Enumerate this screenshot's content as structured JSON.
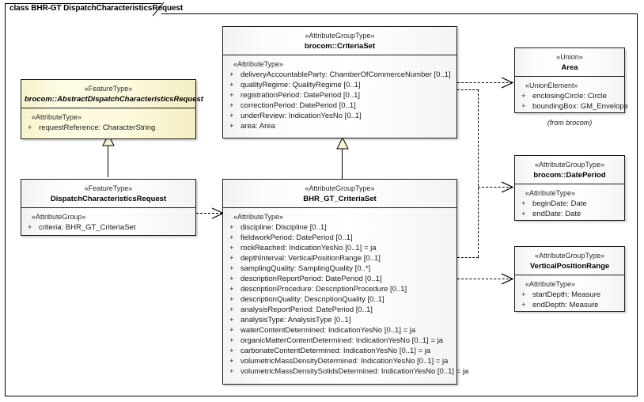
{
  "diagram": {
    "frame_label": "class BHR-GT DispatchCharacteristicsRequest"
  },
  "classes": {
    "abstract_request": {
      "stereotype": "«FeatureType»",
      "name": "brocom::AbstractDispatchCharacteristicsRequest",
      "group_stereotype": "«AttributeType»",
      "attributes": [
        {
          "vis": "+",
          "text": "requestReference: CharacterString"
        }
      ]
    },
    "dispatch_request": {
      "stereotype": "«FeatureType»",
      "name": "DispatchCharacteristicsRequest",
      "group_stereotype": "«AttributeGroup»",
      "attributes": [
        {
          "vis": "+",
          "text": "criteria: BHR_GT_CriteriaSet"
        }
      ]
    },
    "criteria_set": {
      "stereotype": "«AttributeGroupType»",
      "name": "brocom::CriteriaSet",
      "group_stereotype": "«AttributeType»",
      "attributes": [
        {
          "vis": "+",
          "text": "deliveryAccountableParty: ChamberOfCommerceNumber [0..1]"
        },
        {
          "vis": "+",
          "text": "qualityRegime: QualityRegime [0..1]"
        },
        {
          "vis": "+",
          "text": "registrationPeriod: DatePeriod [0..1]"
        },
        {
          "vis": "+",
          "text": "correctionPeriod: DatePeriod [0..1]"
        },
        {
          "vis": "+",
          "text": "underReview: IndicationYesNo [0..1]"
        },
        {
          "vis": "+",
          "text": "area: Area"
        }
      ]
    },
    "bhr_gt_criteria_set": {
      "stereotype": "«AttributeGroupType»",
      "name": "BHR_GT_CriteriaSet",
      "group_stereotype": "«AttributeType»",
      "attributes": [
        {
          "vis": "+",
          "text": "discipline: Discipline [0..1]"
        },
        {
          "vis": "+",
          "text": "fieldworkPeriod: DatePeriod [0..1]"
        },
        {
          "vis": "+",
          "text": "rockReached: IndicationYesNo [0..1] = ja"
        },
        {
          "vis": "+",
          "text": "depthInterval: VerticalPositionRange [0..1]"
        },
        {
          "vis": "+",
          "text": "samplingQuality: SamplingQuality [0..*]"
        },
        {
          "vis": "+",
          "text": "descriptionReportPeriod: DatePeriod [0..1]"
        },
        {
          "vis": "+",
          "text": "descriptionProcedure: DescriptionProcedure [0..1]"
        },
        {
          "vis": "+",
          "text": "descriptionQuality: DescriptionQuality [0..1]"
        },
        {
          "vis": "+",
          "text": "analysisReportPeriod: DatePeriod [0..1]"
        },
        {
          "vis": "+",
          "text": "analysisType: AnalysisType [0..1]"
        },
        {
          "vis": "+",
          "text": "waterContentDetermined: IndicationYesNo [0..1] = ja"
        },
        {
          "vis": "+",
          "text": "organicMatterContentDetermined: IndicationYesNo [0..1] = ja"
        },
        {
          "vis": "+",
          "text": "carbonateContentDetermined: IndicationYesNo [0..1] = ja"
        },
        {
          "vis": "+",
          "text": "volumetricMassDensityDetermined: IndicationYesNo [0..1] = ja"
        },
        {
          "vis": "+",
          "text": "volumetricMassDensitySolidsDetermined: IndicationYesNo [0..1] = ja"
        }
      ]
    },
    "area": {
      "stereotype": "«Union»",
      "name": "Area",
      "group_stereotype": "«UnionElement»",
      "attributes": [
        {
          "vis": "+",
          "text": "enclosingCircle: Circle"
        },
        {
          "vis": "+",
          "text": "boundingBox: GM_Envelope"
        }
      ],
      "caption": "(from brocom)"
    },
    "date_period": {
      "stereotype": "«AttributeGroupType»",
      "name": "brocom::DatePeriod",
      "group_stereotype": "«AttributeType»",
      "attributes": [
        {
          "vis": "+",
          "text": "beginDate: Date"
        },
        {
          "vis": "+",
          "text": "endDate: Date"
        }
      ]
    },
    "vertical_position_range": {
      "stereotype": "«AttributeGroupType»",
      "name": "VerticalPositionRange",
      "group_stereotype": "«AttributeType»",
      "attributes": [
        {
          "vis": "+",
          "text": "startDepth: Measure"
        },
        {
          "vis": "+",
          "text": "endDepth: Measure"
        }
      ]
    }
  },
  "colors": {
    "box_fill": "#ffffff",
    "abstract_fill": "#fdfade",
    "border": "#1a1a1a",
    "line": "#000000"
  }
}
